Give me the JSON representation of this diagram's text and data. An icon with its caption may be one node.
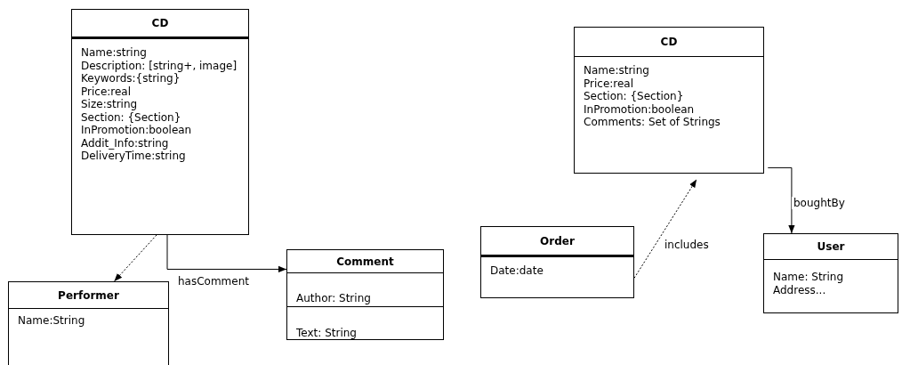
{
  "diagram": {
    "nodes": [
      {
        "text": [
          "CD",
          "Name:string",
          "Description: [string+, image]",
          "Keywords:{string}",
          "Price:real",
          "Size:string",
          "Section: {Section}",
          "InPromotion:boolean",
          "Addit_Info:string",
          "DeliveryTime:string"
        ]
      },
      {
        "text": [
          "Performer",
          "Name:String"
        ]
      },
      {
        "text": [
          "Comment",
          "Author: String",
          "Text: String"
        ]
      },
      {
        "text": [
          "CD",
          "Name:string",
          "Price:real",
          "Section: {Section}",
          "InPromotion:boolean",
          "Comments: Set of Strings"
        ]
      },
      {
        "text": [
          "Order",
          "Date:date"
        ]
      },
      {
        "text": [
          "User",
          "Name: String",
          "Address..."
        ]
      }
    ],
    "edges": [
      {
        "from": 0,
        "to": 1,
        "arrow": "to",
        "style": "dashed"
      },
      {
        "from": 0,
        "to": 2,
        "arrow": "to",
        "label": "hasComment"
      },
      {
        "from": 4,
        "to": 3,
        "arrow": "to",
        "style": "dashed",
        "label": "includes"
      },
      {
        "from": 3,
        "to": 5,
        "arrow": "to",
        "label": "boughtBy"
      }
    ]
  }
}
